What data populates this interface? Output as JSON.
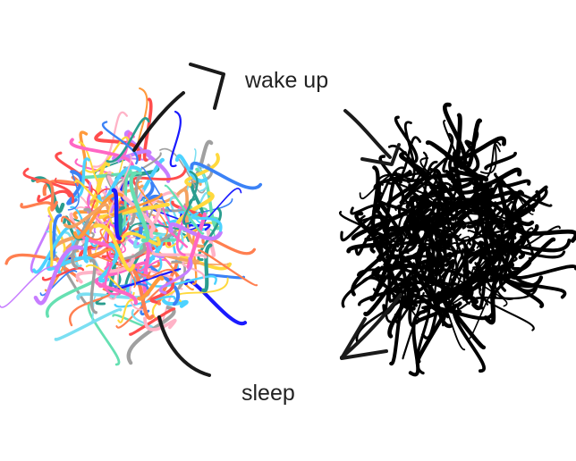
{
  "labels": {
    "top": "wake up",
    "bottom": "sleep"
  },
  "scribbles": {
    "colorful": {
      "icon": "tangled-colorful-scribble",
      "palette": [
        "#ff4d4d",
        "#ff9a3c",
        "#ffd93d",
        "#4dd2ff",
        "#3b82f6",
        "#1a1aff",
        "#ff66c4",
        "#a0a0a0",
        "#ff7f50",
        "#66e0b2",
        "#c77dff",
        "#ffb3c7",
        "#7bdff2",
        "#f4a261",
        "#2a9d8f"
      ]
    },
    "dark": {
      "icon": "tangled-black-scribble",
      "color": "#000000"
    }
  },
  "arrows": {
    "color": "#1a1a1a"
  }
}
